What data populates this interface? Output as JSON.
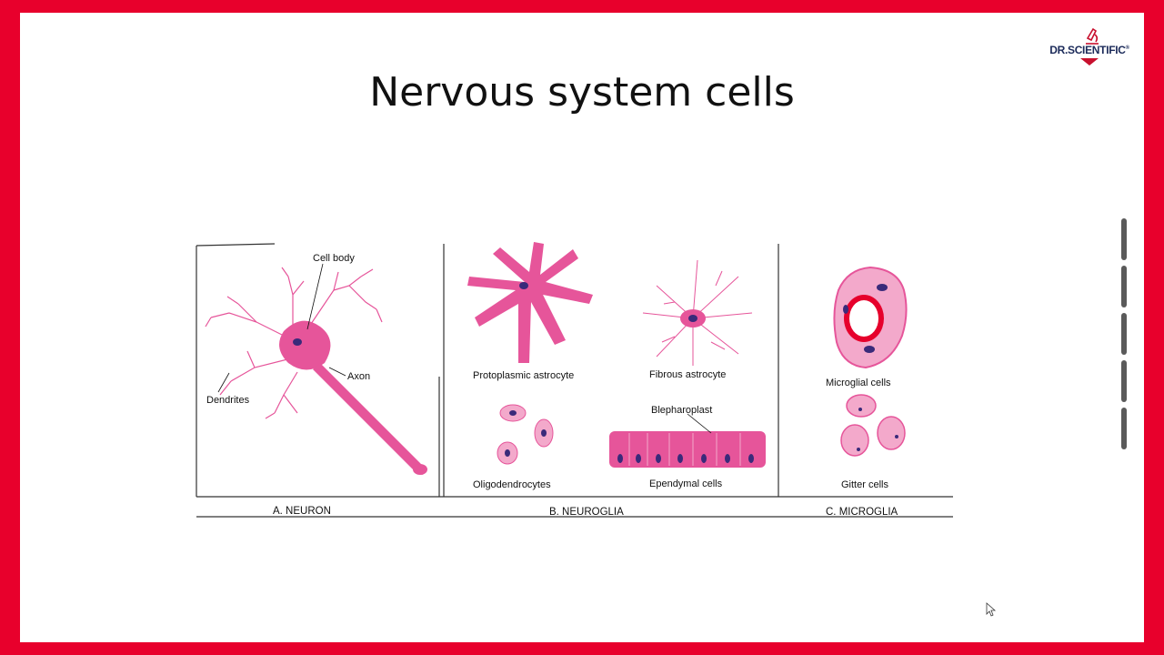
{
  "slide": {
    "title": "Nervous system cells",
    "logo_text": "DR.SCIENTIFIC",
    "logo_mark": "®"
  },
  "figure": {
    "labels": {
      "cell_body": "Cell body",
      "axon": "Axon",
      "dendrites": "Dendrites",
      "protoplasmic_astrocyte": "Protoplasmic astrocyte",
      "fibrous_astrocyte": "Fibrous astrocyte",
      "blepharoplast": "Blepharoplast",
      "oligodendrocytes": "Oligodendrocytes",
      "ependymal_cells": "Ependymal cells",
      "microglial_cells": "Microglial cells",
      "gitter_cells": "Gitter cells"
    },
    "panel_captions": {
      "a": "A. NEURON",
      "b": "B. NEUROGLIA",
      "c": "C. MICROGLIA"
    }
  },
  "colors": {
    "frame": "#e8002c",
    "cell_pink": "#e6559a",
    "cell_light": "#f3a9cb",
    "nucleus": "#3a2a7a",
    "logo_navy": "#1c2b5a"
  }
}
